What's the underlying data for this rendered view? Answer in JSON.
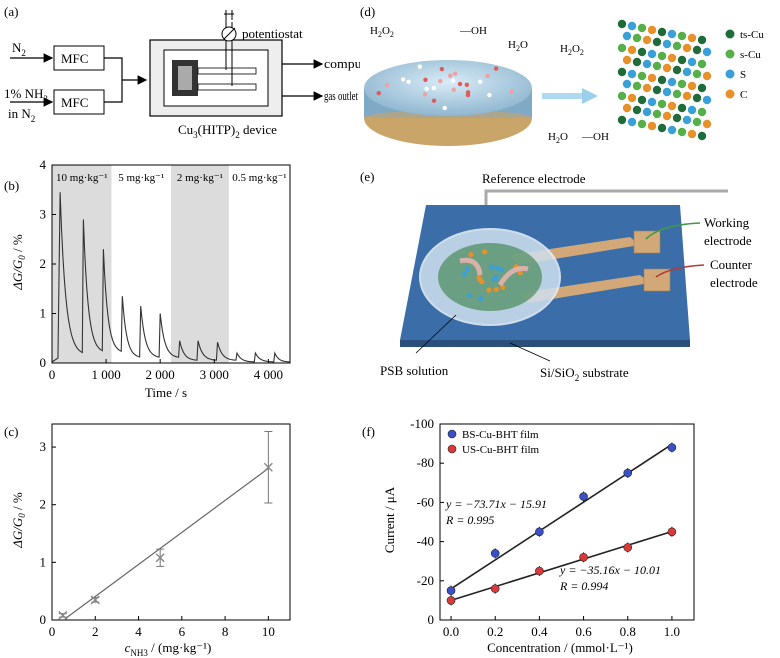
{
  "panels": {
    "a": {
      "label": "(a)",
      "n2": "N",
      "n2_sub": "2",
      "nh3_line1": "1% NH",
      "nh3_sub": "3",
      "nh3_line2": "in N",
      "nh3_line2_sub": "2",
      "mfc": "MFC",
      "potentiostat": "potentiostat",
      "computer": "computer",
      "gas_outlet": "gas outlet",
      "device": "Cu",
      "device_sub": "3",
      "device_rest": "(HITP)",
      "device_sub2": "2",
      "device_tail": " device"
    },
    "d": {
      "label": "(d)",
      "h2o2_a": "H",
      "h2o2_sub1": "2",
      "h2o2_o": "O",
      "h2o2_sub2": "2",
      "oh_a": "—OH",
      "h2o_a": "H",
      "h2o_sub": "2",
      "h2o_o": "O",
      "legend": [
        "ts-Cu",
        "s-Cu",
        "S",
        "C"
      ],
      "legend_colors": [
        "#1f6b3a",
        "#55b04a",
        "#3aa0d8",
        "#e8902a"
      ]
    },
    "e": {
      "label": "(e)",
      "reference": "Reference electrode",
      "working1": "Working",
      "working2": "electrode",
      "counter1": "Counter",
      "counter2": "electrode",
      "psb": "PSB solution",
      "substrate_a": "Si/SiO",
      "substrate_sub": "2",
      "substrate_b": " substrate"
    }
  },
  "chart_data": [
    {
      "panel": "b",
      "type": "line",
      "label": "(b)",
      "xlabel": "Time / s",
      "ylabel": "ΔG/G0 / %",
      "xlim": [
        0,
        4400
      ],
      "ylim": [
        0,
        4
      ],
      "xticks": [
        "0",
        "1 000",
        "2 000",
        "3 000",
        "4 000"
      ],
      "yticks": [
        "0",
        "1",
        "2",
        "3",
        "4"
      ],
      "regions": [
        {
          "label": "10 mg·kg⁻¹",
          "x": [
            0,
            1100
          ],
          "shaded": true
        },
        {
          "label": "5 mg·kg⁻¹",
          "x": [
            1100,
            2200
          ],
          "shaded": false
        },
        {
          "label": "2 mg·kg⁻¹",
          "x": [
            2200,
            3270
          ],
          "shaded": true
        },
        {
          "label": "0.5 mg·kg⁻¹",
          "x": [
            3270,
            4400
          ],
          "shaded": false
        }
      ],
      "peaks": [
        {
          "t": 150,
          "peak": 3.45,
          "base": 0.15
        },
        {
          "t": 580,
          "peak": 2.9,
          "base": 0.2
        },
        {
          "t": 950,
          "peak": 2.3,
          "base": 0.2
        },
        {
          "t": 1300,
          "peak": 1.35,
          "base": 0.1
        },
        {
          "t": 1640,
          "peak": 1.15,
          "base": 0.1
        },
        {
          "t": 2000,
          "peak": 1.0,
          "base": 0.1
        },
        {
          "t": 2360,
          "peak": 0.45,
          "base": 0.05
        },
        {
          "t": 2700,
          "peak": 0.45,
          "base": 0.05
        },
        {
          "t": 3060,
          "peak": 0.42,
          "base": 0.05
        },
        {
          "t": 3420,
          "peak": 0.2,
          "base": 0.02
        },
        {
          "t": 3760,
          "peak": 0.2,
          "base": 0.02
        },
        {
          "t": 4120,
          "peak": 0.2,
          "base": 0.02
        }
      ]
    },
    {
      "panel": "c",
      "type": "scatter",
      "label": "(c)",
      "xlabel": "c",
      "xlabel_sub": "NH3",
      "xlabel_tail": " / (mg·kg⁻¹)",
      "ylabel": "ΔG/G0 / %",
      "xlim": [
        0,
        11
      ],
      "ylim": [
        0,
        3.4
      ],
      "xticks": [
        "0",
        "2",
        "4",
        "6",
        "8",
        "10"
      ],
      "yticks": [
        "0",
        "1",
        "2",
        "3"
      ],
      "points": [
        {
          "x": 0.5,
          "y": 0.08,
          "err": 0.03
        },
        {
          "x": 2,
          "y": 0.35,
          "err": 0.04
        },
        {
          "x": 5,
          "y": 1.08,
          "err": 0.15
        },
        {
          "x": 10,
          "y": 2.65,
          "err": 0.62
        }
      ],
      "fit": {
        "x0": 0.6,
        "y0": 0.02,
        "x1": 10,
        "y1": 2.63
      }
    },
    {
      "panel": "f",
      "type": "scatter",
      "label": "(f)",
      "xlabel": "Concentration / (mmol·L⁻¹)",
      "ylabel": "Current / μA",
      "xlim": [
        -0.05,
        1.1
      ],
      "ylim": [
        0,
        -100
      ],
      "xticks": [
        "0.0",
        "0.2",
        "0.4",
        "0.6",
        "0.8",
        "1.0"
      ],
      "yticks": [
        "0",
        "-20",
        "-40",
        "-60",
        "-80",
        "-100"
      ],
      "series": [
        {
          "name": "BS-Cu-BHT film",
          "color": "#3a4fc8",
          "x": [
            0.0,
            0.2,
            0.4,
            0.6,
            0.8,
            1.0
          ],
          "y": [
            -15,
            -34,
            -45,
            -63,
            -75,
            -88
          ],
          "equation": "y = −73.71x − 15.91",
          "r": "R = 0.995"
        },
        {
          "name": "US-Cu-BHT film",
          "color": "#d83a3a",
          "x": [
            0.0,
            0.2,
            0.4,
            0.6,
            0.8,
            1.0
          ],
          "y": [
            -10,
            -16,
            -25,
            -32,
            -37,
            -45
          ],
          "equation": "y = −35.16x − 10.01",
          "r": "R = 0.994"
        }
      ]
    }
  ]
}
